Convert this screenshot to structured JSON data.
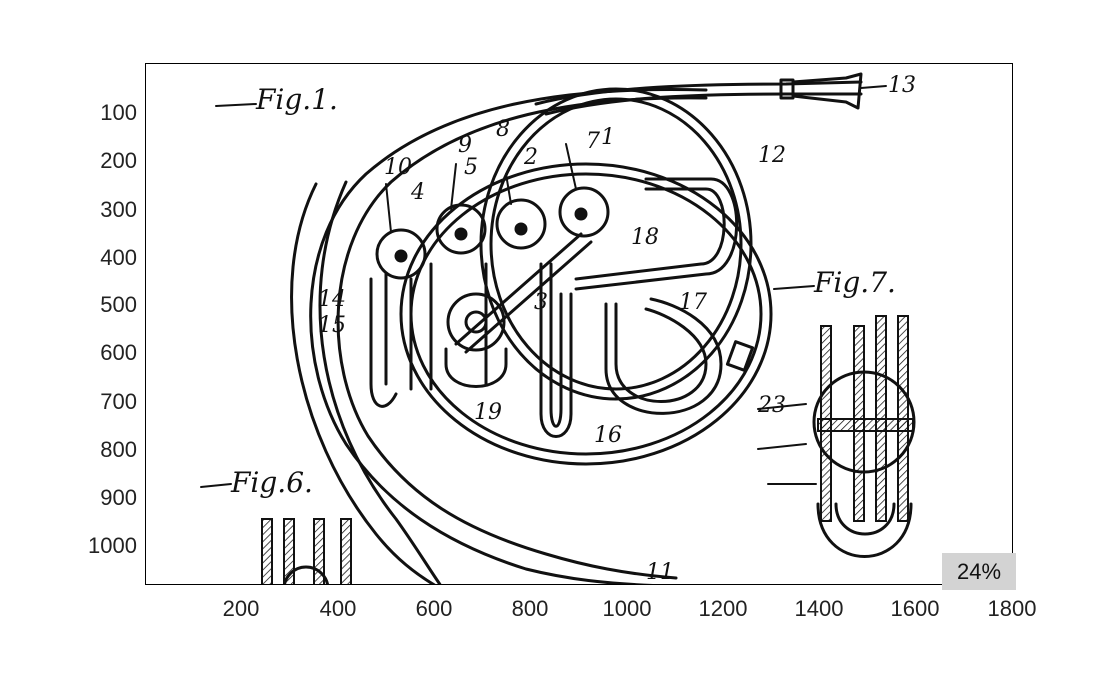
{
  "figure": {
    "labels": {
      "fig1": "Fig.1.",
      "fig6": "Fig.6.",
      "fig7": "Fig.7."
    },
    "part_numbers": [
      "1",
      "2",
      "3",
      "4",
      "5",
      "7",
      "8",
      "9",
      "10",
      "11",
      "12",
      "13",
      "14",
      "15",
      "16",
      "17",
      "18",
      "19",
      "23"
    ]
  },
  "axes": {
    "y_ticks": [
      "100",
      "200",
      "300",
      "400",
      "500",
      "600",
      "700",
      "800",
      "900",
      "1000"
    ],
    "x_ticks": [
      "200",
      "400",
      "600",
      "800",
      "1000",
      "1200",
      "1400",
      "1600",
      "1800"
    ]
  },
  "zoom": {
    "label": "24%"
  }
}
